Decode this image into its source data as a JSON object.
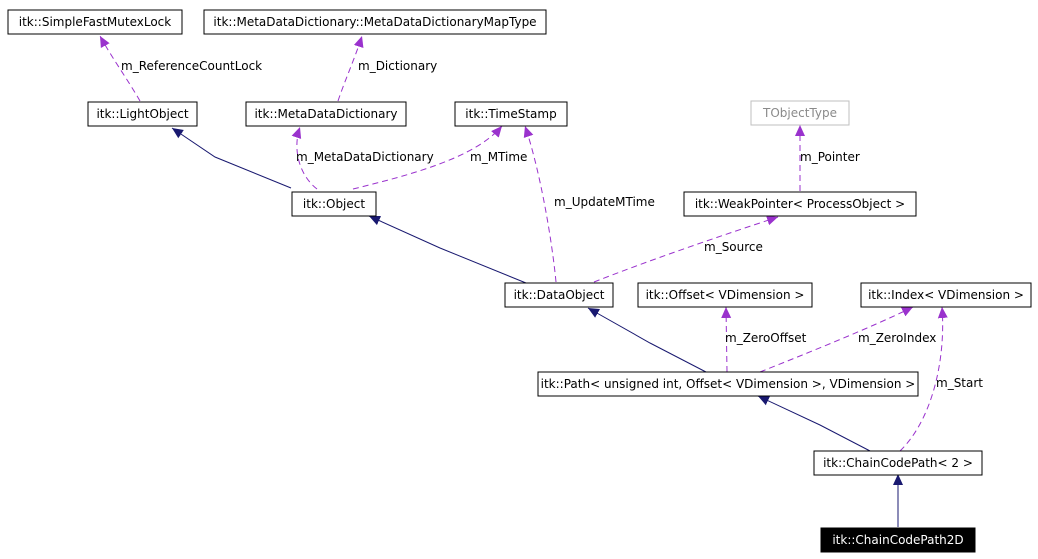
{
  "nodes": {
    "simple_fast_mutex_lock": "itk::SimpleFastMutexLock",
    "metadata_dictionary_map_type": "itk::MetaDataDictionary::MetaDataDictionaryMapType",
    "light_object": "itk::LightObject",
    "metadata_dictionary": "itk::MetaDataDictionary",
    "time_stamp": "itk::TimeStamp",
    "tobject_type": "TObjectType",
    "object": "itk::Object",
    "weak_pointer": "itk::WeakPointer< ProcessObject >",
    "data_object": "itk::DataObject",
    "offset": "itk::Offset< VDimension >",
    "index": "itk::Index< VDimension >",
    "path": "itk::Path< unsigned int, Offset< VDimension >, VDimension >",
    "chain_code_path": "itk::ChainCodePath< 2 >",
    "chain_code_path_2d": "itk::ChainCodePath2D"
  },
  "edge_labels": {
    "reference_count_lock": "m_ReferenceCountLock",
    "dictionary": "m_Dictionary",
    "metadata_dictionary": "m_MetaDataDictionary",
    "mtime": "m_MTime",
    "update_mtime": "m_UpdateMTime",
    "pointer": "m_Pointer",
    "source": "m_Source",
    "zero_offset": "m_ZeroOffset",
    "zero_index": "m_ZeroIndex",
    "start": "m_Start"
  },
  "colors": {
    "inheritance_edge": "#191970",
    "member_edge": "#9a32cd",
    "template_border": "#bfbfbf",
    "focus_fill": "#000000"
  }
}
